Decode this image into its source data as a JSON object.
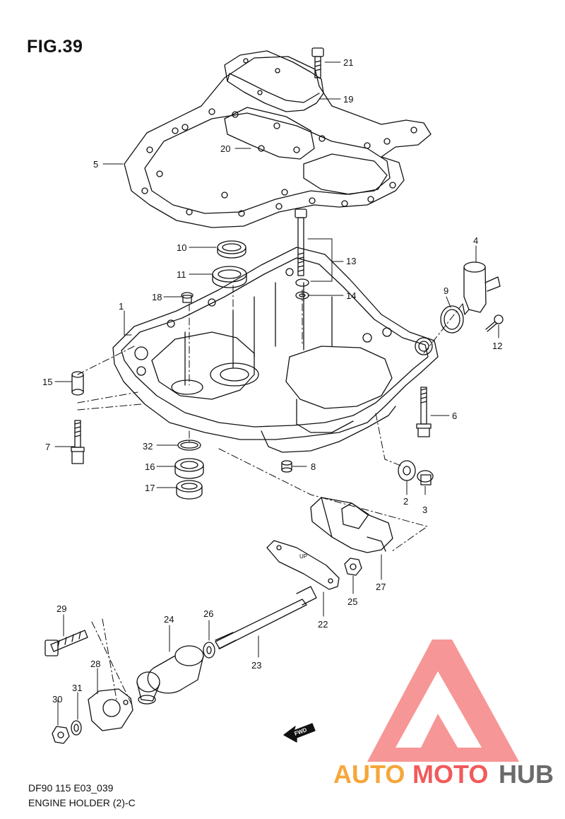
{
  "figure": {
    "title": "FIG.39",
    "caption_model": "DF90 115 E03_039",
    "caption_name": "ENGINE HOLDER (2)-C"
  },
  "parts": [
    "1",
    "2",
    "3",
    "4",
    "5",
    "6",
    "7",
    "8",
    "9",
    "10",
    "11",
    "12",
    "13",
    "14",
    "15",
    "16",
    "17",
    "18",
    "19",
    "20",
    "21",
    "22",
    "23",
    "24",
    "25",
    "26",
    "27",
    "28",
    "29",
    "30",
    "31",
    "32"
  ],
  "markings": {
    "fwd_arrow": "FWD",
    "gasket_up": "UP"
  },
  "watermark": {
    "text_auto": "AUTO",
    "text_moto": "MOTO",
    "text_hub": "HUB",
    "colors": {
      "triangle": "#f25a5a",
      "auto": "#f6a63a",
      "moto": "#f25a5a",
      "hub": "#6b6b6b"
    }
  }
}
